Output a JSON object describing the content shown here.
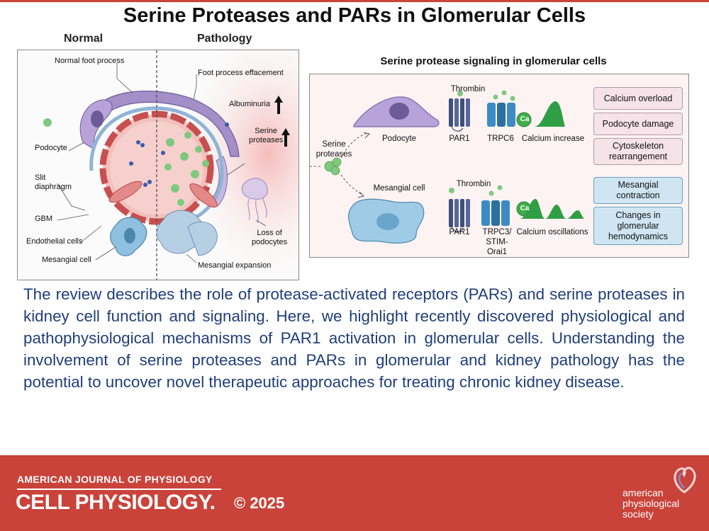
{
  "title": "Serine Proteases and PARs in Glomerular Cells",
  "left_panel": {
    "normal_label": "Normal",
    "pathology_label": "Pathology",
    "labels": {
      "normal_foot_process": "Normal foot process",
      "foot_process_effacement": "Foot process effacement",
      "albuminuria": "Albuminuria",
      "serine_proteases": "Serine\nproteases",
      "podocyte": "Podocyte",
      "slit_diaphragm": "Slit\ndiaphragm",
      "gbm": "GBM",
      "endothelial_cells": "Endothelial cells",
      "mesangial_cell": "Mesangial cell",
      "loss_of_podocytes": "Loss of\npodocytes",
      "mesangial_expansion": "Mesangial expansion"
    }
  },
  "right_panel": {
    "title": "Serine protease signaling in glomerular cells",
    "serine_proteases": "Serine\nproteases",
    "podocyte": {
      "cell_label": "Podocyte",
      "thrombin": "Thrombin",
      "receptor": "PAR1",
      "channel": "TRPC6",
      "ion": "Ca",
      "result": "Calcium increase"
    },
    "mesangial": {
      "cell_label": "Mesangial cell",
      "thrombin": "Thrombin",
      "receptor": "PAR1",
      "channel": "TRPC3/\nSTIM-\nOrai1",
      "ion": "Ca",
      "result": "Calcium oscillations"
    },
    "effects_podocyte": [
      "Calcium overload",
      "Podocyte damage",
      "Cytoskeleton\nrearrangement"
    ],
    "effects_mesangial": [
      "Mesangial\ncontraction",
      "Changes in\nglomerular\nhemodynamics"
    ]
  },
  "summary": "The review describes the role of protease-activated receptors (PARs) and serine proteases in kidney cell function and signaling. Here, we highlight recently discovered physiological and pathophysiological mechanisms of PAR1 activation in glomerular cells. Understanding the involvement of serine proteases and PARs in glomerular and kidney pathology has the potential to uncover novel therapeutic approaches for treating chronic kidney disease.",
  "footer": {
    "journal_line1": "AMERICAN JOURNAL OF PHYSIOLOGY",
    "journal_line2": "CELL PHYSIOLOGY.",
    "copyright": "© 2025",
    "society": "american\nphysiological\nsociety"
  },
  "colors": {
    "accent": "#c9433a",
    "summary_text": "#1f3e7a",
    "podocyte": "#9a86c0",
    "mesangial": "#8fc0e0",
    "capillary": "#d96a6a"
  }
}
